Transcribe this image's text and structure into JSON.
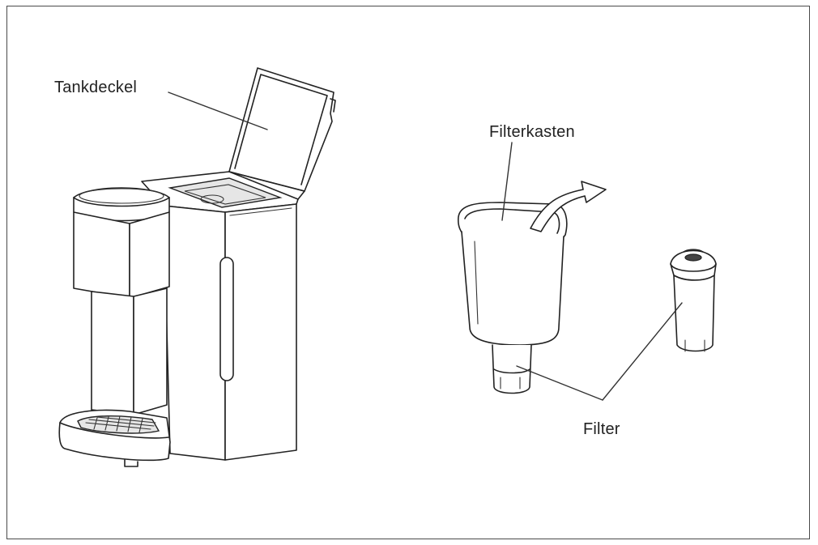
{
  "labels": {
    "tank_lid": "Tankdeckel",
    "filter_box": "Filterkasten",
    "filter": "Filter"
  },
  "colors": {
    "line": "#222222",
    "frame": "#4a4a4a",
    "background": "#ffffff"
  }
}
